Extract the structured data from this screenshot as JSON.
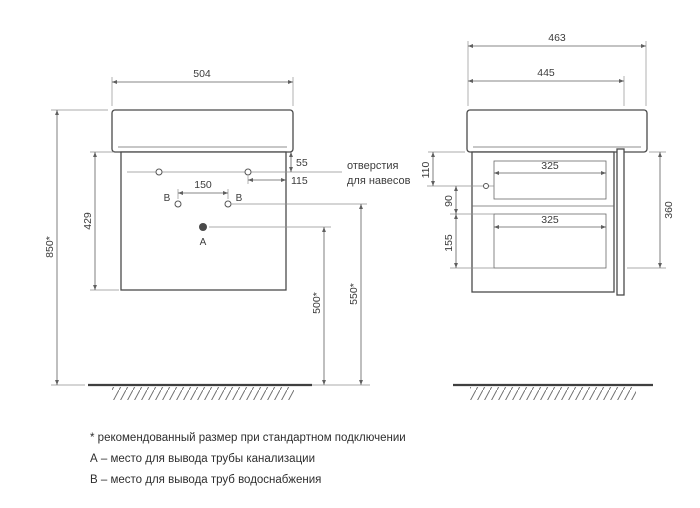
{
  "front_view": {
    "dims": {
      "width": "504",
      "total_height": "850*",
      "cabinet_height": "429",
      "hole_top_offset": "55",
      "hole_side_offset": "115",
      "water_points_span": "150",
      "drain_height": "500*",
      "water_height": "550*"
    },
    "points": {
      "b_left": "В",
      "b_right": "В",
      "a": "А"
    },
    "callout": {
      "line1": "отверстия",
      "line2": "для навесов"
    }
  },
  "side_view": {
    "dims": {
      "countertop_depth": "463",
      "cabinet_depth": "445",
      "hole_top_offset": "110",
      "hole_to_water": "90",
      "drawer_inner_top": "325",
      "drawer_inner_bottom": "325",
      "front_height": "360",
      "drawer_height": "155"
    }
  },
  "notes": [
    "* рекомендованный размер при стандартном подключении",
    "А – место для вывода трубы канализации",
    "В – место для вывода труб водоснабжения"
  ],
  "colors": {
    "line": "#4a4a4a",
    "text": "#3c3c3c",
    "background": "#ffffff"
  }
}
